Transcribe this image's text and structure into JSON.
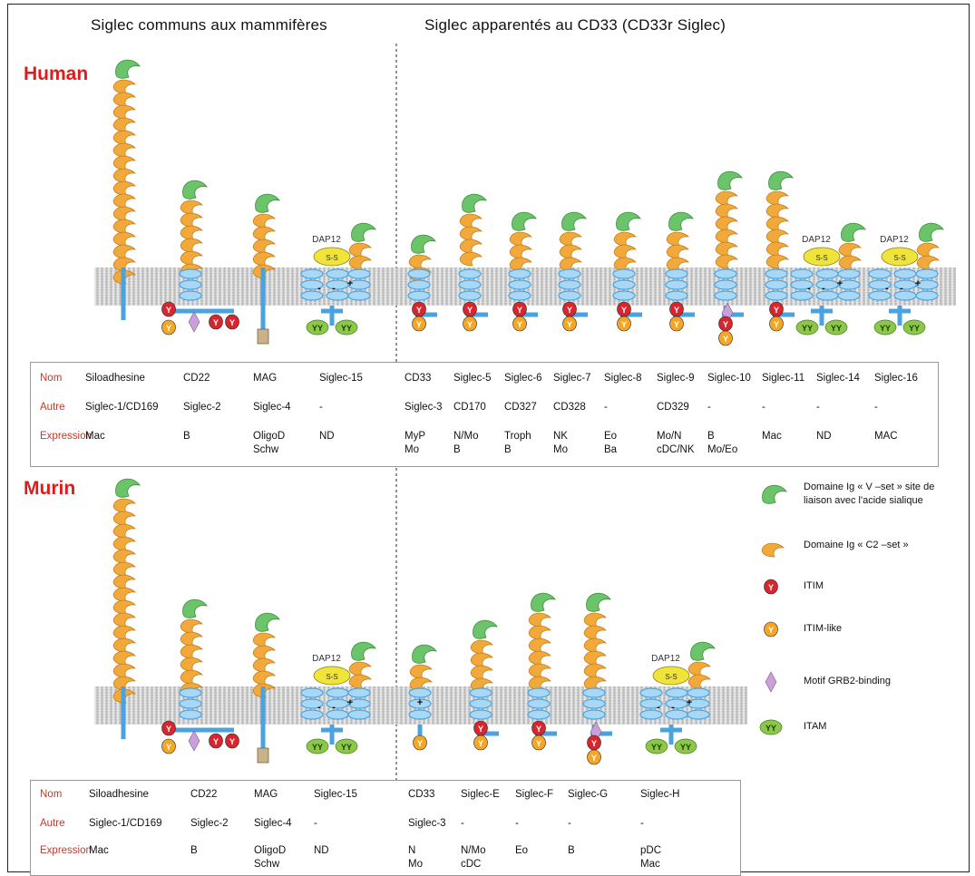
{
  "headers": {
    "left": "Siglec communs aux mammifères",
    "right": "Siglec apparentés au CD33 (CD33r Siglec)"
  },
  "species": {
    "human": "Human",
    "murin": "Murin"
  },
  "labels": {
    "dap12": "DAP12",
    "ss": "S-S",
    "minus": "-",
    "plus": "+",
    "itim_glyph": "Y",
    "itam_glyph": "YY"
  },
  "human_table": {
    "row_labels": [
      "Nom",
      "Autre",
      "Expression"
    ],
    "columns": [
      {
        "nom": "Siloadhesine",
        "autre": "Siglec-1/CD169",
        "expr": "Mac"
      },
      {
        "nom": "CD22",
        "autre": "Siglec-2",
        "expr": "B"
      },
      {
        "nom": "MAG",
        "autre": "Siglec-4",
        "expr": "OligoD\nSchw"
      },
      {
        "nom": "Siglec-15",
        "autre": "-",
        "expr": "ND"
      },
      {
        "nom": "CD33",
        "autre": "Siglec-3",
        "expr": "MyP\nMo"
      },
      {
        "nom": "Siglec-5",
        "autre": "CD170",
        "expr": "N/Mo\nB"
      },
      {
        "nom": "Siglec-6",
        "autre": "CD327",
        "expr": "Troph\nB"
      },
      {
        "nom": "Siglec-7",
        "autre": "CD328",
        "expr": "NK\nMo"
      },
      {
        "nom": "Siglec-8",
        "autre": "-",
        "expr": "Eo\nBa"
      },
      {
        "nom": "Siglec-9",
        "autre": "CD329",
        "expr": "Mo/N\ncDC/NK"
      },
      {
        "nom": "Siglec-10",
        "autre": "-",
        "expr": "B\nMo/Eo"
      },
      {
        "nom": "Siglec-11",
        "autre": "-",
        "expr": "Mac"
      },
      {
        "nom": "Siglec-14",
        "autre": "-",
        "expr": "ND"
      },
      {
        "nom": "Siglec-16",
        "autre": "-",
        "expr": "MAC"
      }
    ]
  },
  "murin_table": {
    "row_labels": [
      "Nom",
      "Autre",
      "Expression"
    ],
    "columns": [
      {
        "nom": "Siloadhesine",
        "autre": "Siglec-1/CD169",
        "expr": "Mac"
      },
      {
        "nom": "CD22",
        "autre": "Siglec-2",
        "expr": "B"
      },
      {
        "nom": "MAG",
        "autre": "Siglec-4",
        "expr": "OligoD\nSchw"
      },
      {
        "nom": "Siglec-15",
        "autre": "-",
        "expr": "ND"
      },
      {
        "nom": "CD33",
        "autre": "Siglec-3",
        "expr": "N\nMo"
      },
      {
        "nom": "Siglec-E",
        "autre": "-",
        "expr": "N/Mo\ncDC"
      },
      {
        "nom": "Siglec-F",
        "autre": "-",
        "expr": "Eo"
      },
      {
        "nom": "Siglec-G",
        "autre": "-",
        "expr": "B"
      },
      {
        "nom": "Siglec-H",
        "autre": "-",
        "expr": "pDC\nMac"
      }
    ]
  },
  "legend": [
    {
      "icon": "v-set-domain-icon",
      "text": "Domaine Ig « V –set » site de\nliaison avec l'acide sialique"
    },
    {
      "icon": "c2-set-domain-icon",
      "text": "Domaine Ig « C2 –set »"
    },
    {
      "icon": "itim-icon",
      "text": "ITIM"
    },
    {
      "icon": "itim-like-icon",
      "text": "ITIM-like"
    },
    {
      "icon": "grb2-motif-icon",
      "text": "Motif GRB2-binding"
    },
    {
      "icon": "itam-icon",
      "text": "ITAM"
    }
  ],
  "colors": {
    "v_set": "#6cc46a",
    "c2_set": "#f2a93b",
    "itim": "#d9262e",
    "itim_like": "#f5a623",
    "grb2": "#c9a0d8",
    "itam": "#8bc84a",
    "membrane": "#bcbcbc",
    "transmembrane": "#4aa3df",
    "dap12": "#f0e33a",
    "species_label": "#e01b1b",
    "row_label": "#c0392b"
  }
}
